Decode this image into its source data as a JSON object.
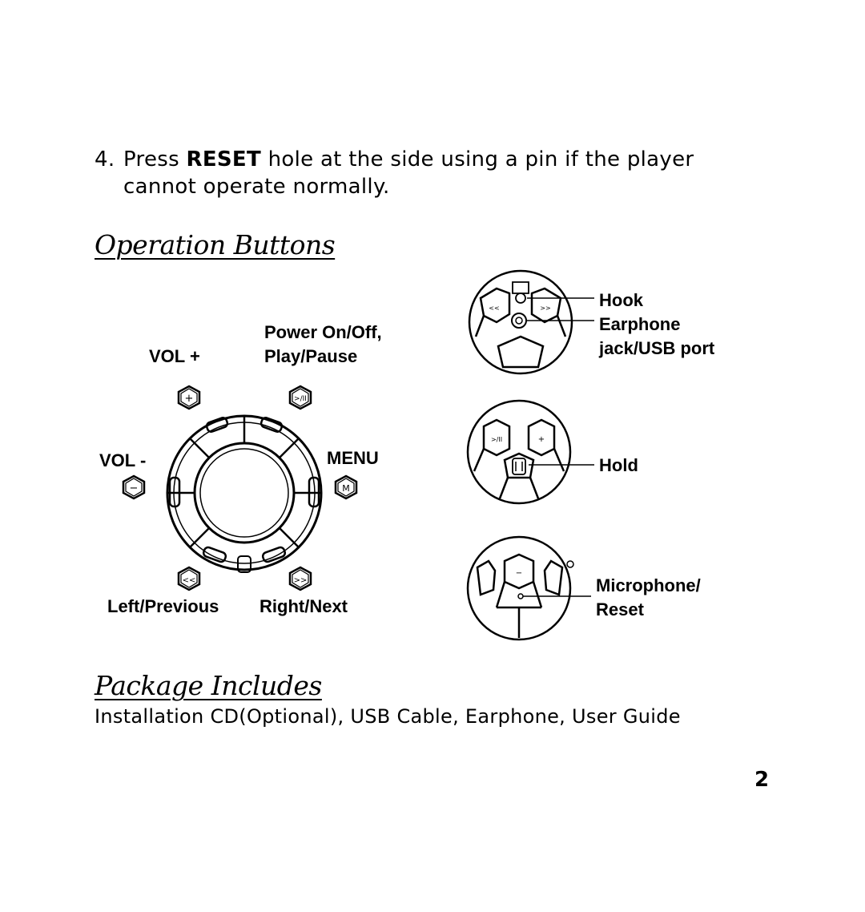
{
  "step": {
    "number": "4.",
    "text_before": "Press ",
    "emphasis": "RESET",
    "text_after": " hole at the side using a pin if the player",
    "line2": "cannot operate normally."
  },
  "sections": {
    "operation_title": "Operation Buttons",
    "package_title": "Package Includes"
  },
  "controls": {
    "vol_plus": "VOL +",
    "power_line1": "Power On/Off,",
    "power_line2": "Play/Pause",
    "vol_minus": "VOL -",
    "menu": "MENU",
    "left_previous": "Left/Previous",
    "right_next": "Right/Next"
  },
  "side_views": {
    "hook": "Hook",
    "earphone_line1": "Earphone",
    "earphone_line2": "jack/USB port",
    "hold": "Hold",
    "microphone_line1": "Microphone/",
    "microphone_line2": "Reset"
  },
  "package": {
    "contents": "Installation CD(Optional), USB Cable, Earphone, User Guide"
  },
  "page": {
    "number": "2"
  }
}
